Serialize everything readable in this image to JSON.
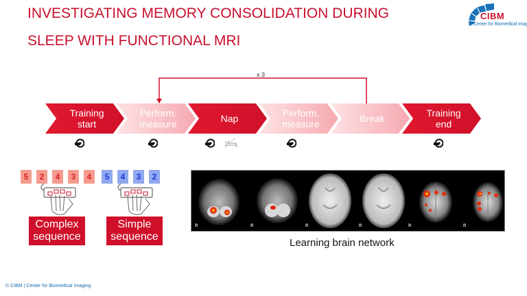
{
  "title": {
    "line1": "INVESTIGATING MEMORY CONSOLIDATION DURING",
    "line2": "SLEEP WITH FUNCTIONAL MRI"
  },
  "logo": {
    "name": "CIBM",
    "subtitle": "Center for Biomedical Imaging",
    "colors": {
      "red": "#c8102e",
      "blue": "#1a73b8"
    }
  },
  "protocol": {
    "loop_label": "x 3",
    "steps": [
      {
        "line1": "Training",
        "line2": "start",
        "style": "dark",
        "icons": [
          "mri-scanner-icon"
        ]
      },
      {
        "line1": "Perform.",
        "line2": "measure",
        "style": "light",
        "icons": [
          "mri-scanner-icon"
        ]
      },
      {
        "line1": "Nap",
        "line2": "",
        "style": "dark",
        "icons": [
          "mri-scanner-icon",
          "sleeping-bed-icon"
        ]
      },
      {
        "line1": "Perform.",
        "line2": "measure",
        "style": "light",
        "icons": [
          "mri-scanner-icon"
        ]
      },
      {
        "line1": "Break",
        "line2": "",
        "style": "light",
        "icons": []
      },
      {
        "line1": "Training",
        "line2": "end",
        "style": "dark",
        "icons": [
          "mri-scanner-icon"
        ]
      }
    ]
  },
  "sequences": {
    "complex": {
      "digits": [
        "5",
        "2",
        "4",
        "3",
        "4"
      ],
      "label_line1": "Complex",
      "label_line2": "sequence"
    },
    "simple": {
      "digits": [
        "5",
        "4",
        "3",
        "2"
      ],
      "label_line1": "Simple",
      "label_line2": "sequence"
    }
  },
  "brain_images": {
    "orientation_label": "R",
    "caption": "Learning brain network"
  },
  "footer": "© CIBM  | Center  for Biomedical  Imaging"
}
